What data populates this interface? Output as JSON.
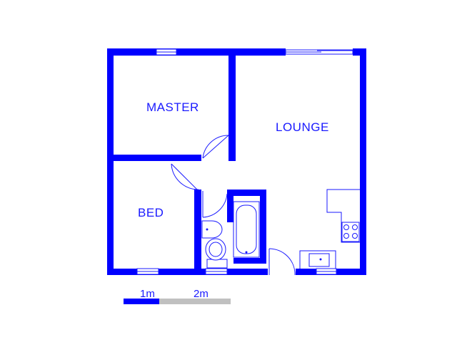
{
  "plan": {
    "rooms": [
      {
        "id": "master",
        "label": "MASTER"
      },
      {
        "id": "lounge",
        "label": "LOUNGE"
      },
      {
        "id": "bed",
        "label": "BED"
      }
    ],
    "scale": {
      "label_1": "1m",
      "label_2": "2m"
    },
    "colors": {
      "wall": "#0000ff",
      "line": "#1a1aff",
      "scale_gray": "#c0c0c0"
    }
  }
}
